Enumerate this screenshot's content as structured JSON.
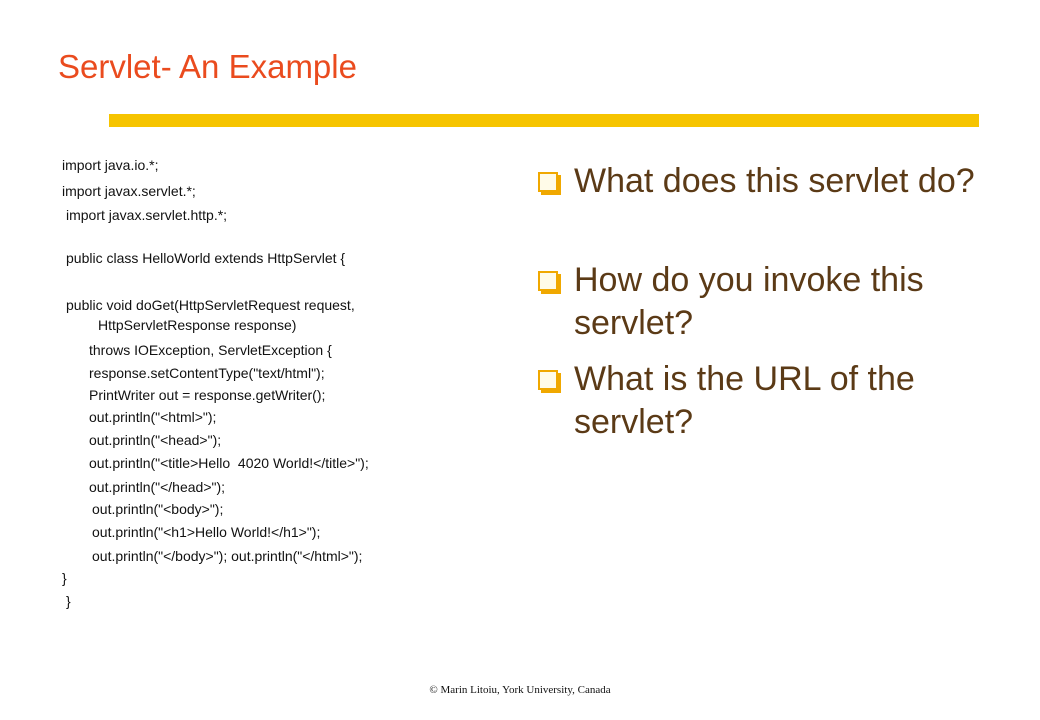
{
  "slide": {
    "title": "Servlet- An Example",
    "footer": "© Marin Litoiu, York University, Canada"
  },
  "code": [
    "import java.io.*;",
    "import javax.servlet.*;",
    "import javax.servlet.http.*;",
    "public class HelloWorld extends HttpServlet {",
    "public void doGet(HttpServletRequest request,",
    "HttpServletResponse response)",
    "throws IOException, ServletException {",
    "response.setContentType(\"text/html\");",
    "PrintWriter out = response.getWriter();",
    "out.println(\"<html>\");",
    "out.println(\"<head>\");",
    "out.println(\"<title>Hello  4020 World!</title>\");",
    "out.println(\"</head>\");",
    "out.println(\"<body>\");",
    "out.println(\"<h1>Hello World!</h1>\");",
    "out.println(\"</body>\"); out.println(\"</html>\");",
    "}",
    "}"
  ],
  "bullets": [
    "What does this servlet do?",
    "How do you invoke this servlet?",
    "What is the URL of the servlet?"
  ]
}
